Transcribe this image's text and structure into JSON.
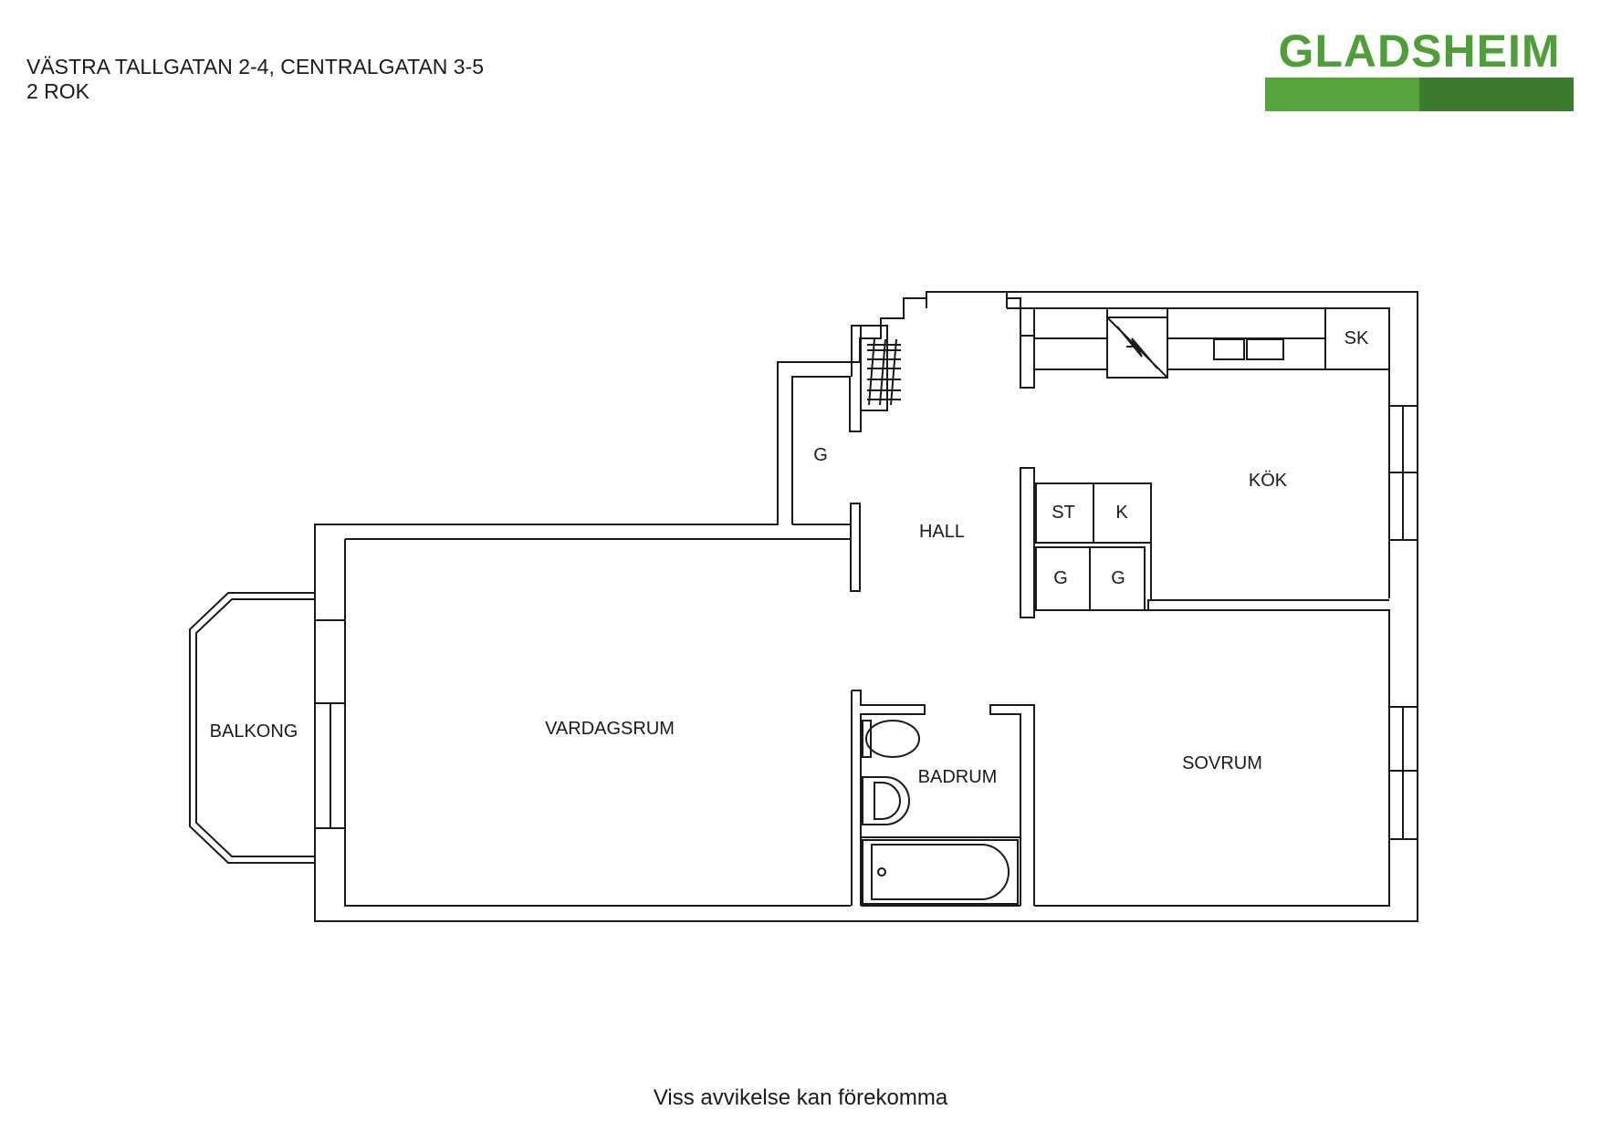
{
  "header": {
    "address": "VÄSTRA TALLGATAN 2-4, CENTRALGATAN 3-5",
    "apartment_type": "2 ROK"
  },
  "logo": {
    "text": "GLADSHEIM",
    "color_text": "#4f9e39",
    "color_bar_light": "#57a43c",
    "color_bar_dark": "#3c7a2d"
  },
  "rooms": {
    "balkong": "BALKONG",
    "vardagsrum": "VARDAGSRUM",
    "hall": "HALL",
    "kok": "KÖK",
    "badrum": "BADRUM",
    "sovrum": "SOVRUM",
    "closet_hall": "G",
    "st": "ST",
    "k": "K",
    "g1": "G",
    "g2": "G",
    "sk": "SK"
  },
  "footer": {
    "disclaimer": "Viss avvikelse kan förekomma"
  }
}
